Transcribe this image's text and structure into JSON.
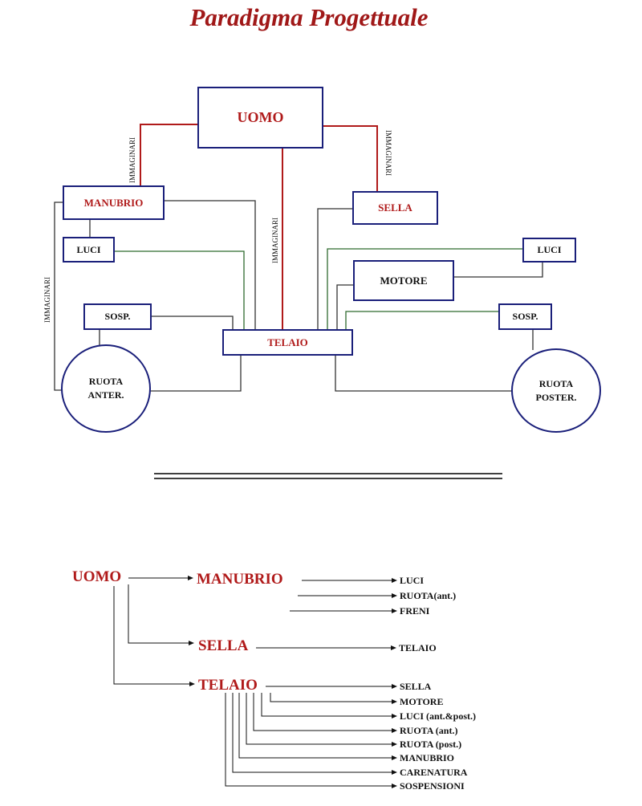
{
  "title": "Paradigma Progettuale",
  "diagram": {
    "uomo": "UOMO",
    "manubrio": "MANUBRIO",
    "sella": "SELLA",
    "luci_front": "LUCI",
    "luci_rear": "LUCI",
    "motore": "MOTORE",
    "sosp_front": "SOSP.",
    "sosp_rear": "SOSP.",
    "telaio": "TELAIO",
    "ruota_front_1": "RUOTA",
    "ruota_front_2": "ANTER.",
    "ruota_rear_1": "RUOTA",
    "ruota_rear_2": "POSTER.",
    "immaginari_left_top": "IMMAGINARI",
    "immaginari_right_top": "IMMAGINARI",
    "immaginari_center": "IMMAGINARI",
    "immaginari_left": "IMMAGINARI"
  },
  "tree": {
    "uomo": "UOMO",
    "manubrio": "MANUBRIO",
    "sella": "SELLA",
    "telaio": "TELAIO",
    "manubrio_children": [
      "LUCI",
      "RUOTA(ant.)",
      "FRENI"
    ],
    "sella_children": [
      "TELAIO"
    ],
    "telaio_children": [
      "SELLA",
      "MOTORE",
      "LUCI (ant.&post.)",
      "RUOTA (ant.)",
      "RUOTA (post.)",
      "MANUBRIO",
      "CARENATURA",
      "SOSPENSIONI"
    ]
  },
  "colors": {
    "red": "#b01a1a",
    "blue": "#1a1f7a",
    "green": "#2f6a2f"
  }
}
